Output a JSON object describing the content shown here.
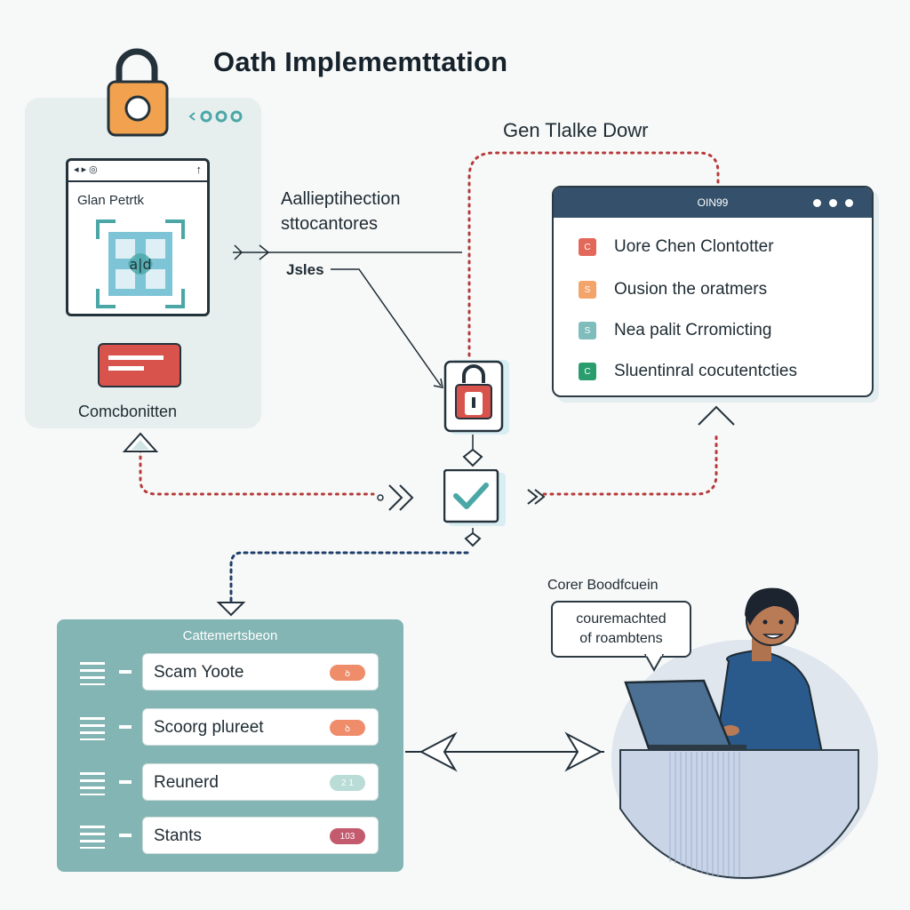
{
  "title": "Oath Implememttation",
  "left_panel": {
    "browser_title": "Glan Petrtk",
    "browser_bar_left": "◂ ▸ ◎",
    "browser_bar_up": "↑",
    "qr_caption": "a|d",
    "caption": "Comcbonitten"
  },
  "middle": {
    "auth_label_line1": "Aallieptihection",
    "auth_label_line2": "sttocantores",
    "jsles_label": "Jsles",
    "gen_label": "Gen Tlalke Dowr"
  },
  "right_window": {
    "title": "OIN99",
    "items": [
      {
        "chip": "C",
        "chip_color": "#e2685a",
        "text": "Uore Chen Clontotter"
      },
      {
        "chip": "S",
        "chip_color": "#f2a46a",
        "text": "Ousion the oratmers"
      },
      {
        "chip": "S",
        "chip_color": "#7fbcbc",
        "text": "Nea palit Crromicting"
      },
      {
        "chip": "C",
        "chip_color": "#2a9d6e",
        "text": "Sluentinral cocutentcties"
      }
    ]
  },
  "bottom_panel": {
    "title": "Cattemertsbeon",
    "items": [
      {
        "text": "Scam Yoote",
        "badge": "ꝺ",
        "badge_color": "#ef8c6a"
      },
      {
        "text": "Scoorg  plureet",
        "badge": "ꝺ",
        "badge_color": "#ef8c6a"
      },
      {
        "text": "Reunerd",
        "badge": "2 1",
        "badge_color": "#b9dcd6"
      },
      {
        "text": "Stants",
        "badge": "103",
        "badge_color": "#c45a6e"
      }
    ]
  },
  "person_scene": {
    "bubble_caption": "Corer Boodfcuein",
    "bubble_line1": "couremachted",
    "bubble_line2": "of roambtens"
  },
  "colors": {
    "accent_teal": "#4aa7a6",
    "accent_red": "#d9534d",
    "accent_orange": "#f2a24f",
    "dark_navy": "#34506b",
    "dotted_red": "#b73a3a",
    "dotted_navy": "#1f3f6b"
  }
}
